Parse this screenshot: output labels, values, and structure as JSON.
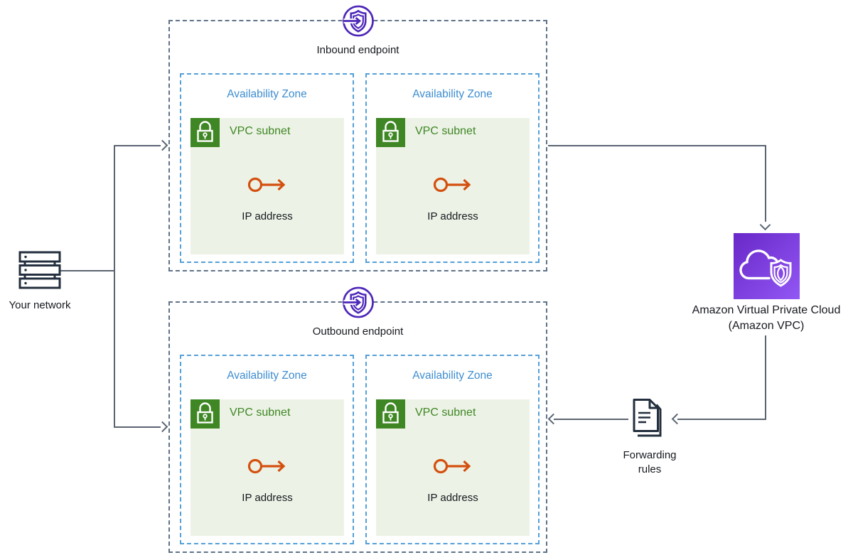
{
  "diagram": {
    "your_network": {
      "label": "Your network"
    },
    "endpoints": [
      {
        "label": "Inbound endpoint",
        "zones": [
          {
            "az_label": "Availability Zone",
            "subnet_label": "VPC subnet",
            "ip_label": "IP address"
          },
          {
            "az_label": "Availability Zone",
            "subnet_label": "VPC subnet",
            "ip_label": "IP address"
          }
        ]
      },
      {
        "label": "Outbound endpoint",
        "zones": [
          {
            "az_label": "Availability Zone",
            "subnet_label": "VPC subnet",
            "ip_label": "IP address"
          },
          {
            "az_label": "Availability Zone",
            "subnet_label": "VPC subnet",
            "ip_label": "IP address"
          }
        ]
      }
    ],
    "amazon_vpc": {
      "label_line1": "Amazon Virtual Private Cloud",
      "label_line2": "(Amazon VPC)"
    },
    "forwarding_rules": {
      "label_line1": "Forwarding",
      "label_line2": "rules"
    }
  },
  "colors": {
    "endpoint_purple": "#4d27b8",
    "vpc_gradient_start": "#6928c9",
    "vpc_gradient_end": "#9257f4",
    "availability_zone_blue": "#3e8dd0",
    "az_border_blue": "#54a0d8",
    "subnet_green": "#3f8624",
    "subnet_fill_green": "#ecf3e6",
    "ip_orange": "#d4500f",
    "icon_navy": "#232f3e",
    "connector_gray": "#5b6472",
    "outer_border_slate": "#5f7289"
  }
}
